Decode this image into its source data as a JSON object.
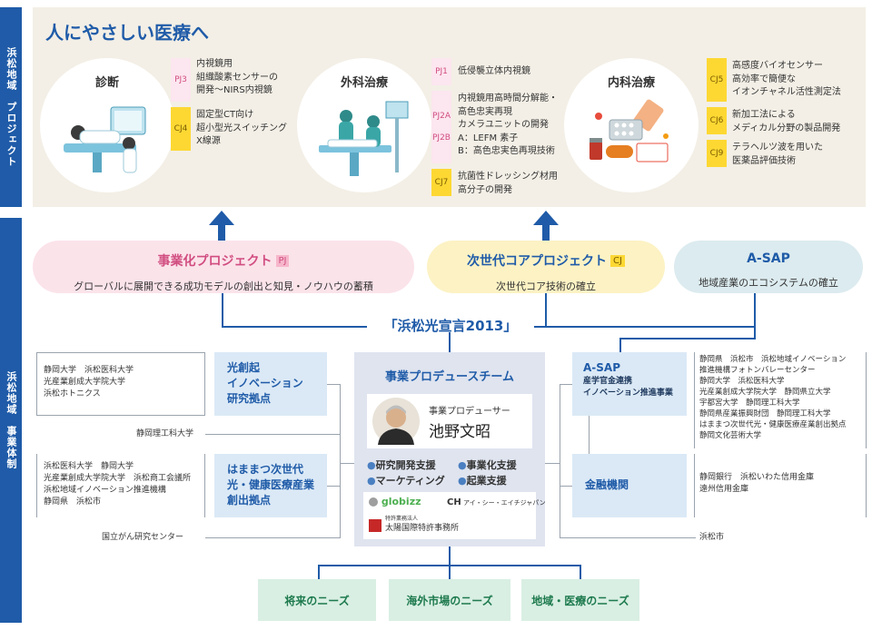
{
  "sidebar": {
    "top": "浜松地域　プロジェクト",
    "bottom": "浜松地域　事業体制"
  },
  "title": "人にやさしい医療へ",
  "areas": [
    {
      "label": "診断",
      "items": [
        {
          "tag": "PJ3",
          "text": "内視鏡用\n組織酸素センサーの\n開発〜NIRS内視鏡"
        },
        {
          "tag": "CJ4",
          "text": "固定型CT向け\n超小型光スイッチング\nX線源"
        }
      ]
    },
    {
      "label": "外科治療",
      "items": [
        {
          "tag": "PJ1",
          "text": "低侵襲立体内視鏡"
        },
        {
          "tag": "PJ2A",
          "tag2": "PJ2B",
          "text": "内視鏡用高時間分解能・\n高色忠実再現\nカメラユニットの開発\nA：LEFM 素子\nB：高色忠実色再現技術"
        },
        {
          "tag": "CJ7",
          "text": "抗菌性ドレッシング材用\n高分子の開発"
        }
      ]
    },
    {
      "label": "内科治療",
      "items": [
        {
          "tag": "CJ5",
          "text": "高感度バイオセンサー\n高効率で簡便な\nイオンチャネル活性測定法"
        },
        {
          "tag": "CJ6",
          "text": "新加工法による\nメディカル分野の製品開発"
        },
        {
          "tag": "CJ9",
          "text": "テラヘルツ波を用いた\n医薬品評価技術"
        }
      ]
    }
  ],
  "pills": {
    "pj": {
      "title": "事業化プロジェクト",
      "badge": "PJ",
      "sub": "グローバルに展開できる成功モデルの創出と知見・ノウハウの蓄積",
      "color": "#fbe3ea",
      "title_color": "#d14d80"
    },
    "cj": {
      "title": "次世代コアプロジェクト",
      "badge": "CJ",
      "sub": "次世代コア技術の確立",
      "color": "#fcf2c4",
      "title_color": "#1f5ba8"
    },
    "asap": {
      "title": "A-SAP",
      "sub": "地域産業のエコシステムの確立",
      "color": "#dcebef",
      "title_color": "#1f5ba8"
    }
  },
  "declaration": "「浜松光宣言2013」",
  "left": {
    "group1": "静岡大学　浜松医科大学\n光産業創成大学院大学\n浜松ホトニクス",
    "box1": "光創起\nイノベーション\n研究拠点",
    "single1": "静岡理工科大学",
    "group2": "浜松医科大学　静岡大学\n光産業創成大学院大学　浜松商工会議所\n浜松地域イノベーション推進機構\n静岡県　浜松市",
    "box2": "はままつ次世代\n光・健康医療産業\n創出拠点",
    "single2": "国立がん研究センター"
  },
  "center": {
    "title": "事業プロデュースチーム",
    "role": "事業プロデューサー",
    "name": "池野文昭",
    "services": [
      "研究開発支援",
      "事業化支援",
      "マーケティング",
      "起業支援"
    ],
    "logos": [
      "globizz",
      "アイ・シー・エイチジャパン",
      "特許業務法人",
      "太陽国際特許事務所"
    ]
  },
  "right": {
    "box1_title": "A-SAP",
    "box1_sub": "産学官金連携\nイノベーション推進事業",
    "group1": "静岡県　浜松市　浜松地域イノベーション\n推進機構フォトンバレーセンター\n静岡大学　浜松医科大学\n光産業創成大学院大学　静岡県立大学\n宇都宮大学　静岡理工科大学\n静岡県産業振興財団　静岡理工科大学\nはままつ次世代光・健康医療産業創出拠点\n静岡文化芸術大学",
    "box2": "金融機関",
    "group2": "静岡銀行　浜松いわた信用金庫\n遠州信用金庫",
    "single": "浜松市"
  },
  "needs": [
    "将来のニーズ",
    "海外市場のニーズ",
    "地域・医療のニーズ"
  ]
}
